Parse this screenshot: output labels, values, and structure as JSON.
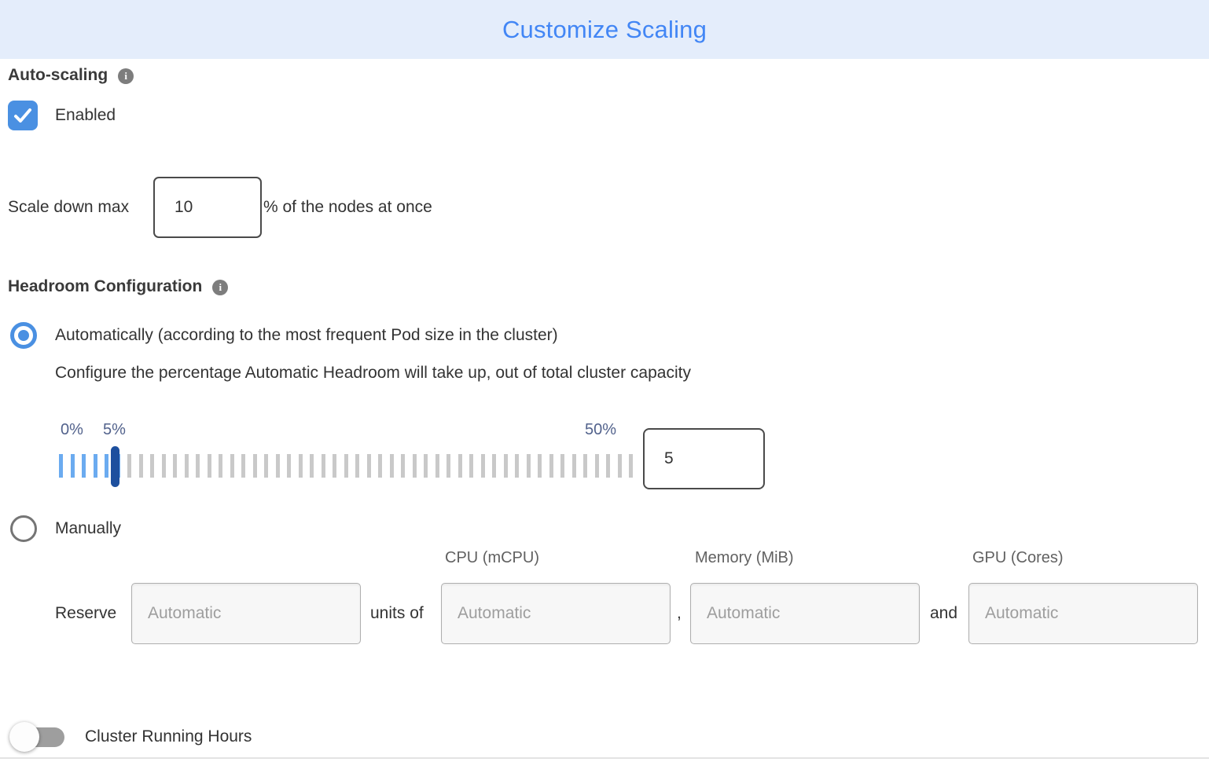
{
  "header": {
    "title": "Customize Scaling"
  },
  "auto_scaling": {
    "label": "Auto-scaling",
    "enabled_label": "Enabled",
    "checkbox_checked": true
  },
  "scale_down": {
    "label": "Scale down max",
    "value": "10",
    "suffix": "% of the nodes at once"
  },
  "headroom": {
    "label": "Headroom Configuration",
    "auto_option_label": "Automatically (according to the most frequent Pod size in the cluster)",
    "auto_selected": true,
    "description": "Configure the percentage Automatic Headroom will take up, out of total cluster capacity",
    "slider": {
      "min_label": "0%",
      "current_label": "5%",
      "max_label": "50%",
      "min": 0,
      "max": 50,
      "current": 5,
      "value": "5",
      "total_ticks": 51,
      "filled_ticks": 6
    },
    "manual_option_label": "Manually",
    "manual_selected": false
  },
  "reserve": {
    "label": "Reserve",
    "units_of": "units of",
    "comma": ",",
    "and": "and",
    "columns": [
      "CPU (mCPU)",
      "Memory (MiB)",
      "GPU (Cores)"
    ],
    "placeholders": {
      "count": "Automatic",
      "cpu": "Automatic",
      "memory": "Automatic",
      "gpu": "Automatic"
    }
  },
  "cluster_running_hours": {
    "label": "Cluster Running Hours",
    "toggle_on": false
  },
  "icons": {
    "info_glyph": "i"
  },
  "colors": {
    "accent_blue": "#4a90e2",
    "title_blue": "#4286f5",
    "header_bg": "#e4edfb",
    "tick_filled": "#6babf0",
    "tick_empty": "#c9c9c9",
    "slider_handle": "#1d4f9e",
    "slider_label_text": "#52628c",
    "column_header_text": "#616161"
  }
}
